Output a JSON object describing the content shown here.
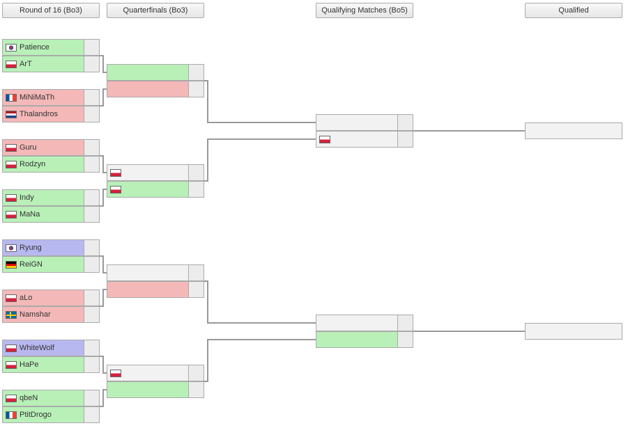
{
  "headers": {
    "round16": "Round of 16 (Bo3)",
    "quarterfinals": "Quarterfinals (Bo3)",
    "qualifying": "Qualifying Matches (Bo5)",
    "qualified": "Qualified"
  },
  "round16": [
    {
      "name": "Patience",
      "flag": "kr",
      "status": "green"
    },
    {
      "name": "ArT",
      "flag": "pl",
      "status": "green"
    },
    {
      "name": "MiNiMaTh",
      "flag": "fr",
      "status": "red"
    },
    {
      "name": "Thalandros",
      "flag": "nl",
      "status": "red"
    },
    {
      "name": "Guru",
      "flag": "pl",
      "status": "red"
    },
    {
      "name": "Rodzyn",
      "flag": "pl",
      "status": "green"
    },
    {
      "name": "Indy",
      "flag": "pl",
      "status": "green"
    },
    {
      "name": "MaNa",
      "flag": "pl",
      "status": "green"
    },
    {
      "name": "Ryung",
      "flag": "kr",
      "status": "blue"
    },
    {
      "name": "ReiGN",
      "flag": "de",
      "status": "green"
    },
    {
      "name": "aLo",
      "flag": "pl",
      "status": "red"
    },
    {
      "name": "Namshar",
      "flag": "se",
      "status": "red"
    },
    {
      "name": "WhiteWolf",
      "flag": "pl",
      "status": "blue"
    },
    {
      "name": "HaPe",
      "flag": "pl",
      "status": "green"
    },
    {
      "name": "qbeN",
      "flag": "pl",
      "status": "green"
    },
    {
      "name": "PtitDrogo",
      "flag": "fr",
      "status": "green"
    }
  ],
  "quarterfinals": [
    {
      "name": "",
      "flag": "",
      "status": "green"
    },
    {
      "name": "",
      "flag": "",
      "status": "red"
    },
    {
      "name": "",
      "flag": "pl",
      "status": "gray"
    },
    {
      "name": "",
      "flag": "pl",
      "status": "green"
    },
    {
      "name": "",
      "flag": "",
      "status": "gray"
    },
    {
      "name": "",
      "flag": "",
      "status": "red"
    },
    {
      "name": "",
      "flag": "pl",
      "status": "gray"
    },
    {
      "name": "",
      "flag": "",
      "status": "green"
    }
  ],
  "qualifying": [
    {
      "name": "",
      "flag": "",
      "status": "gray"
    },
    {
      "name": "",
      "flag": "pl",
      "status": "gray"
    },
    {
      "name": "",
      "flag": "",
      "status": "gray"
    },
    {
      "name": "",
      "flag": "",
      "status": "green"
    }
  ],
  "qualified": [
    {
      "name": "",
      "status": "gray"
    },
    {
      "name": "",
      "status": "gray"
    }
  ]
}
